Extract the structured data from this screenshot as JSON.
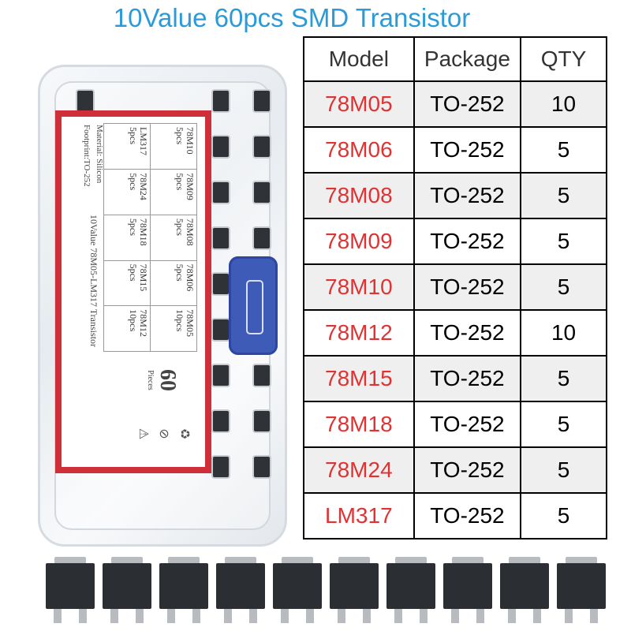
{
  "title": "10Value 60pcs SMD Transistor",
  "table": {
    "headers": [
      "Model",
      "Package",
      "QTY"
    ],
    "rows": [
      {
        "model": "78M05",
        "package": "TO-252",
        "qty": "10"
      },
      {
        "model": "78M06",
        "package": "TO-252",
        "qty": "5"
      },
      {
        "model": "78M08",
        "package": "TO-252",
        "qty": "5"
      },
      {
        "model": "78M09",
        "package": "TO-252",
        "qty": "5"
      },
      {
        "model": "78M10",
        "package": "TO-252",
        "qty": "5"
      },
      {
        "model": "78M12",
        "package": "TO-252",
        "qty": "10"
      },
      {
        "model": "78M15",
        "package": "TO-252",
        "qty": "5"
      },
      {
        "model": "78M18",
        "package": "TO-252",
        "qty": "5"
      },
      {
        "model": "78M24",
        "package": "TO-252",
        "qty": "5"
      },
      {
        "model": "LM317",
        "package": "TO-252",
        "qty": "5"
      }
    ],
    "model_color": "#e03232"
  },
  "box_label": {
    "cells": [
      {
        "name": "78M10",
        "qty": "5pcs"
      },
      {
        "name": "78M09",
        "qty": "5pcs"
      },
      {
        "name": "78M08",
        "qty": "5pcs"
      },
      {
        "name": "78M06",
        "qty": "5pcs"
      },
      {
        "name": "78M05",
        "qty": "10pcs"
      },
      {
        "name": "LM317",
        "qty": "5pcs"
      },
      {
        "name": "78M24",
        "qty": "5pcs"
      },
      {
        "name": "78M18",
        "qty": "5pcs"
      },
      {
        "name": "78M15",
        "qty": "5pcs"
      },
      {
        "name": "78M12",
        "qty": "10pcs"
      }
    ],
    "pieces_count": "60",
    "pieces_word": "Pieces",
    "kit_name": "10Value 78M05-LM317 Transistor",
    "material": "Material: Silicon",
    "footprint": "Footprint:TO-252"
  },
  "colors": {
    "title": "#2b9ad8",
    "label_border": "#cf2f38",
    "latch": "#3f5bb8"
  }
}
